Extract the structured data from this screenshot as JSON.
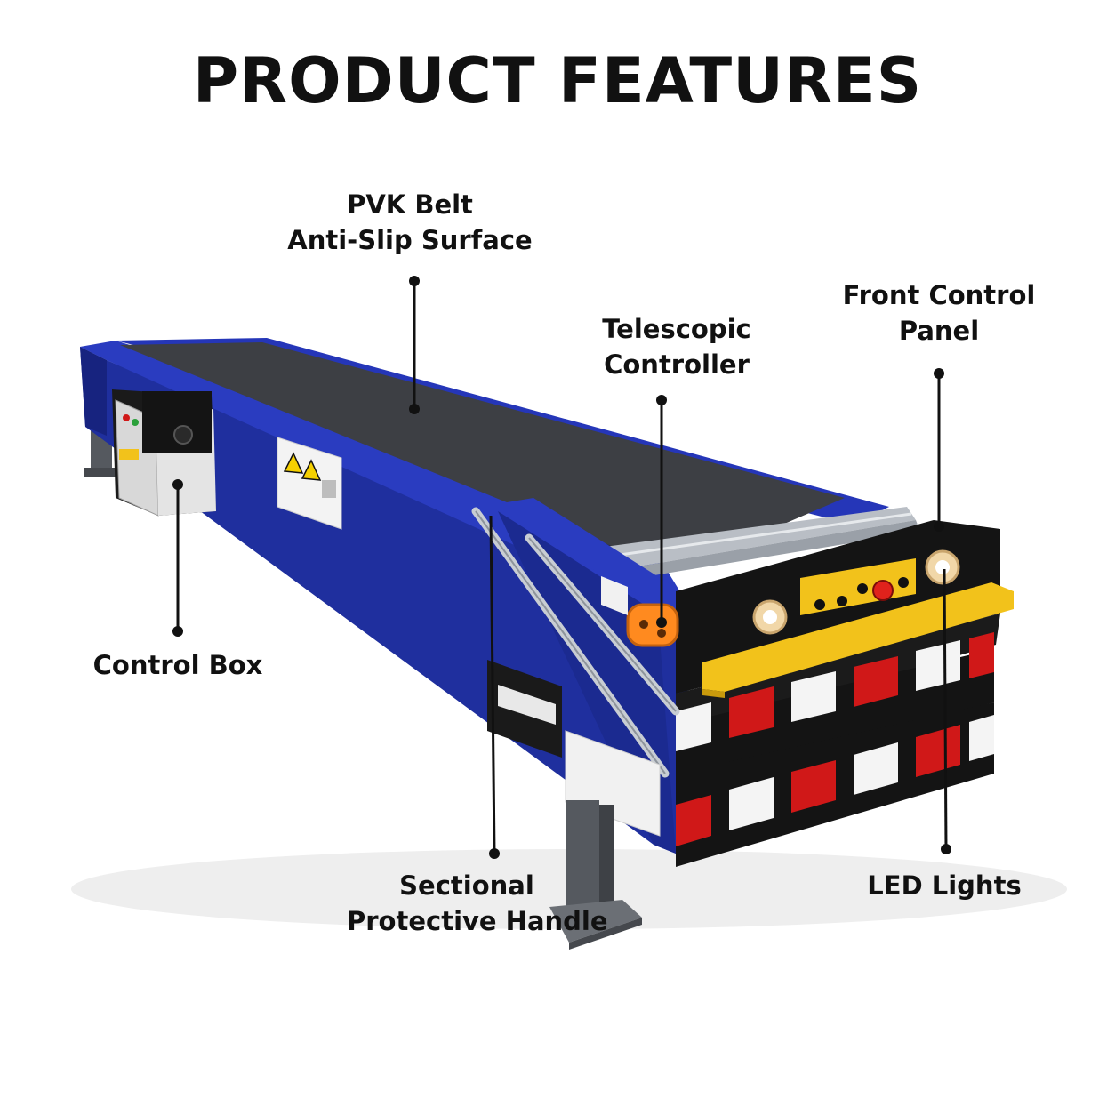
{
  "title": "PRODUCT FEATURES",
  "callouts": {
    "belt": {
      "line1": "PVK Belt",
      "line2": "Anti-Slip Surface"
    },
    "telescopic": {
      "line1": "Telescopic",
      "line2": "Controller"
    },
    "front": {
      "line1": "Front Control",
      "line2": "Panel"
    },
    "control": {
      "line1": "Control Box"
    },
    "handle": {
      "line1": "Sectional",
      "line2": "Protective Handle"
    },
    "led": {
      "line1": "LED Lights"
    }
  },
  "icons": [
    "warning-icon",
    "power-button-icon",
    "led-light-icon"
  ],
  "colors": {
    "frame_blue": "#1f2f9e",
    "frame_blue_dark": "#15207a",
    "belt": "#3d3f44",
    "panel_black": "#141414",
    "bumper_yellow": "#f2c21b",
    "stripe_red": "#d01818",
    "stripe_white": "#f4f4f4",
    "steel": "#b9bec5",
    "leg_gray": "#55595f",
    "control_box": "#d8d8d8",
    "stop_red": "#e0221c",
    "telescopic_orange": "#ff8a1f"
  }
}
